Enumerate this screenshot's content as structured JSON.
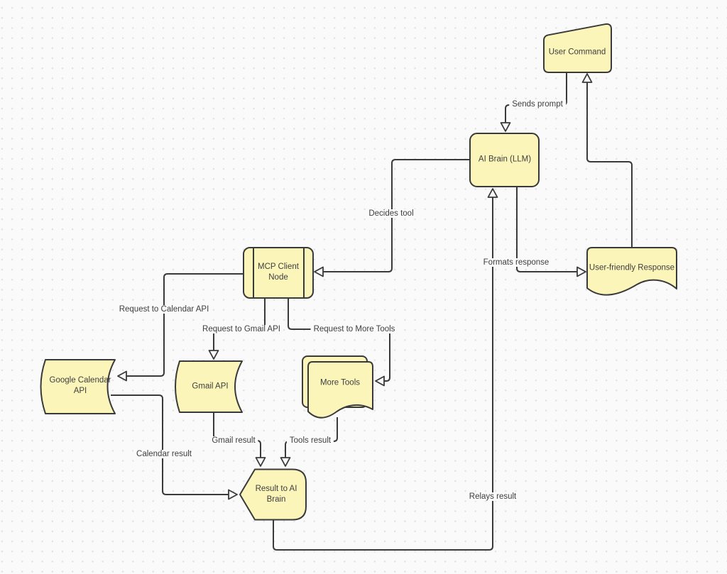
{
  "colors": {
    "canvas_background": "#FAFAFA",
    "dot_color": "#E2E2E2",
    "node_fill": "#FBF5BA",
    "node_stroke": "#3A3A3A",
    "edge_stroke": "#3A3A3A",
    "arrowhead_fill": "#FAFAFA",
    "text_color": "#3E3E3E"
  },
  "nodes": [
    {
      "id": "user-command",
      "label": "User Command",
      "shape": "manual-input"
    },
    {
      "id": "ai-brain",
      "label": "AI Brain (LLM)",
      "shape": "rounded-rectangle"
    },
    {
      "id": "mcp-client-node",
      "label": "MCP Client Node",
      "shape": "predefined-process"
    },
    {
      "id": "user-friendly-response",
      "label": "User-friendly Response",
      "shape": "document"
    },
    {
      "id": "google-calendar-api",
      "label": "Google Calendar API",
      "shape": "stored-data"
    },
    {
      "id": "gmail-api",
      "label": "Gmail API",
      "shape": "stored-data"
    },
    {
      "id": "more-tools",
      "label": "More Tools",
      "shape": "multiple-documents"
    },
    {
      "id": "result-to-ai-brain",
      "label": "Result to AI Brain",
      "shape": "display"
    }
  ],
  "edges": [
    {
      "id": "sends-prompt",
      "from": "user-command",
      "to": "ai-brain",
      "label": "Sends prompt"
    },
    {
      "id": "response-to-command",
      "from": "user-friendly-response",
      "to": "user-command",
      "label": ""
    },
    {
      "id": "decides-tool",
      "from": "ai-brain",
      "to": "mcp-client-node",
      "label": "Decides tool"
    },
    {
      "id": "request-to-calendar-api",
      "from": "mcp-client-node",
      "to": "google-calendar-api",
      "label": "Request to Calendar API"
    },
    {
      "id": "request-to-gmail-api",
      "from": "mcp-client-node",
      "to": "gmail-api",
      "label": "Request to Gmail API"
    },
    {
      "id": "request-to-more-tools",
      "from": "mcp-client-node",
      "to": "more-tools",
      "label": "Request to More Tools"
    },
    {
      "id": "calendar-result",
      "from": "google-calendar-api",
      "to": "result-to-ai-brain",
      "label": "Calendar result"
    },
    {
      "id": "gmail-result",
      "from": "gmail-api",
      "to": "result-to-ai-brain",
      "label": "Gmail result"
    },
    {
      "id": "tools-result",
      "from": "more-tools",
      "to": "result-to-ai-brain",
      "label": "Tools result"
    },
    {
      "id": "relays-result",
      "from": "result-to-ai-brain",
      "to": "ai-brain",
      "label": "Relays result"
    },
    {
      "id": "formats-response",
      "from": "ai-brain",
      "to": "user-friendly-response",
      "label": "Formats response"
    }
  ]
}
